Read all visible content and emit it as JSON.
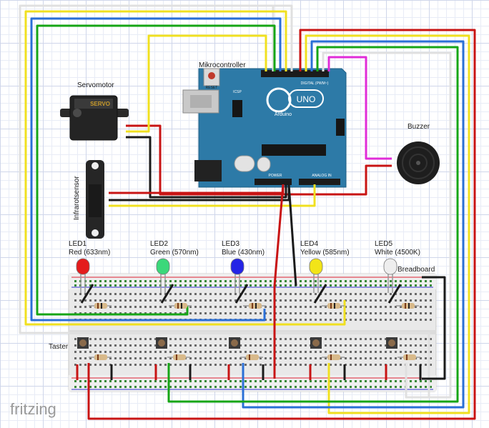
{
  "labels": {
    "mikrocontroller": "Mikrocontroller",
    "servomotor": "Servomotor",
    "servo_brand": "SERVO",
    "infrarotsensor": "Infrarotsensor",
    "buzzer": "Buzzer",
    "breadboard": "Breadboard",
    "taster": "Taster"
  },
  "arduino": {
    "logo": "UNO",
    "brand": "Arduino",
    "reset": "RESET",
    "icsp": "ICSP",
    "digital": "DIGITAL (PWM~)",
    "power": "POWER",
    "analog": "ANALOG IN"
  },
  "leds": [
    {
      "name": "LED1",
      "desc": "Red (633nm)",
      "color": "#e41c1c"
    },
    {
      "name": "LED2",
      "desc": "Green (570nm)",
      "color": "#3bd87a"
    },
    {
      "name": "LED3",
      "desc": "Blue (430nm)",
      "color": "#2424e6"
    },
    {
      "name": "LED4",
      "desc": "Yellow (585nm)",
      "color": "#f2e418"
    },
    {
      "name": "LED5",
      "desc": "White (4500K)",
      "color": "#eeeeee"
    }
  ],
  "wire_colors": {
    "red": "#c81414",
    "yellow": "#f0e020",
    "green": "#16a516",
    "blue": "#2a6fd6",
    "black": "#1a1a1a",
    "white": "#e0e0e0",
    "magenta": "#e02cd8"
  },
  "footer": {
    "fritzing": "fritzing"
  }
}
